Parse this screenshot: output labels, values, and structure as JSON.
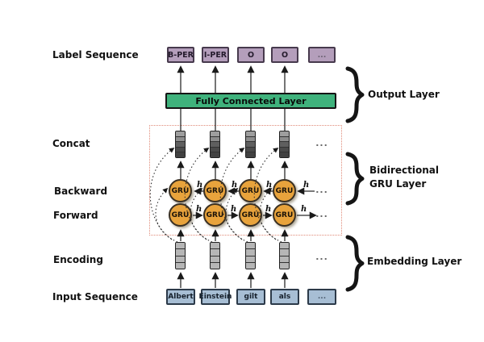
{
  "left_labels": {
    "label_sequence": "Label Sequence",
    "concat": "Concat",
    "backward": "Backward",
    "forward": "Forward",
    "encoding": "Encoding",
    "input_sequence": "Input Sequence"
  },
  "output_labels": [
    "B-PER",
    "I-PER",
    "O",
    "O",
    "..."
  ],
  "fully_connected": {
    "label": "Fully Connected Layer"
  },
  "gru": {
    "label": "GRU",
    "hidden_state_label": "h"
  },
  "ellipsis": "...",
  "input_tokens": [
    "Albert",
    "Einstein",
    "gilt",
    "als",
    "..."
  ],
  "layer_braces": {
    "output": "Output Layer",
    "bigru_line1": "Bidirectional",
    "bigru_line2": "GRU Layer",
    "embedding": "Embedding Layer"
  },
  "colors": {
    "label_box": "#b49ebb",
    "fc_bar": "#3fb27c",
    "gru_fill": "#e8a33c",
    "input_box": "#a7bed4",
    "vector_light": "#b6b6b6",
    "vector_dark": "#4a4a4a",
    "dotted_frame": "#e08a78"
  }
}
